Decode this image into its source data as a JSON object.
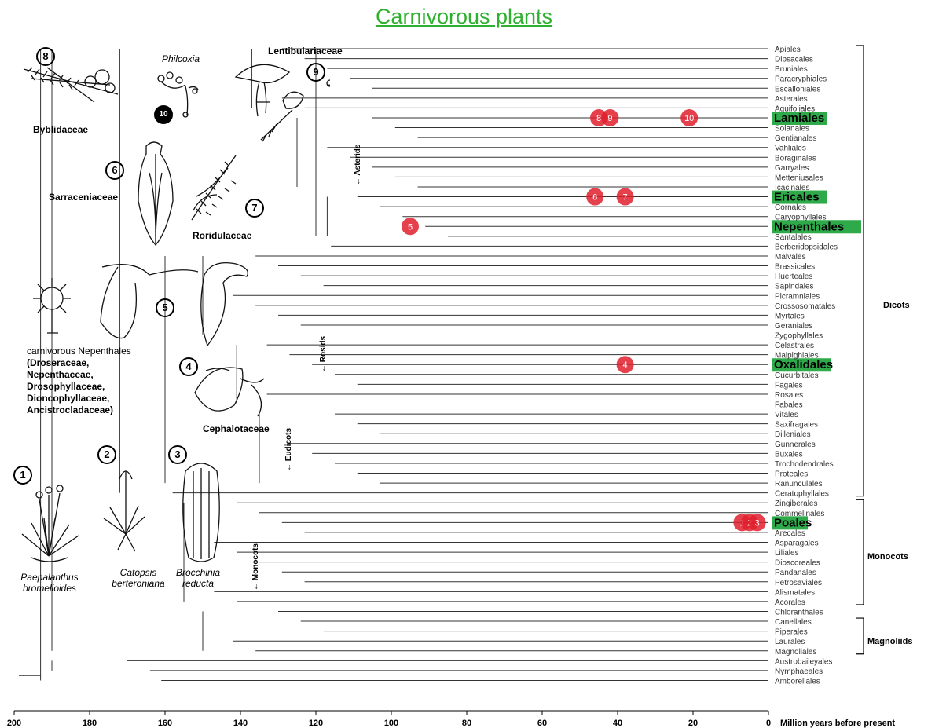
{
  "title": "Carnivorous plants",
  "axis": {
    "label": "Million years before present",
    "ticks": [
      "200",
      "180",
      "160",
      "140",
      "120",
      "100",
      "80",
      "60",
      "40",
      "20",
      "0"
    ]
  },
  "orders": [
    "Apiales",
    "Dipsacales",
    "Bruniales",
    "Paracryphiales",
    "Escalloniales",
    "Asterales",
    "Aquifoliales",
    "Lamiales",
    "Solanales",
    "Gentianales",
    "Vahliales",
    "Boraginales",
    "Garryales",
    "Metteniusales",
    "Icacinales",
    "Ericales",
    "Cornales",
    "Caryophyllales",
    "Nepenthales",
    "Santalales",
    "Berberidopsidales",
    "Malvales",
    "Brassicales",
    "Huerteales",
    "Sapindales",
    "Picramniales",
    "Crossosomatales",
    "Myrtales",
    "Geraniales",
    "Zygophyllales",
    "Celastrales",
    "Malpighiales",
    "Oxalidales",
    "Cucurbitales",
    "Fagales",
    "Rosales",
    "Fabales",
    "Vitales",
    "Saxifragales",
    "Dilleniales",
    "Gunnerales",
    "Buxales",
    "Trochodendrales",
    "Proteales",
    "Ranunculales",
    "Ceratophyllales",
    "Zingiberales",
    "Commelinales",
    "Poales",
    "Arecales",
    "Asparagales",
    "Liliales",
    "Dioscoreales",
    "Pandanales",
    "Petrosaviales",
    "Alismatales",
    "Acorales",
    "Chloranthales",
    "Canellales",
    "Piperales",
    "Laurales",
    "Magnoliales",
    "Austrobaileyales",
    "Nymphaeales",
    "Amborellales"
  ],
  "highlighted": [
    {
      "name": "Lamiales",
      "markers": [
        "8",
        "9",
        "10"
      ]
    },
    {
      "name": "Ericales",
      "markers": [
        "6",
        "7"
      ]
    },
    {
      "name": "Nepenthales",
      "markers": [
        "5"
      ]
    },
    {
      "name": "Oxalidales",
      "markers": [
        "4"
      ]
    },
    {
      "name": "Poales",
      "markers": [
        "1",
        "2",
        "3"
      ]
    }
  ],
  "groups": {
    "dicots": "Dicots",
    "monocots": "Monocots",
    "magnoliids": "Magnoliids"
  },
  "clade_labels": {
    "asterids": "Asterids",
    "rosids": "Rosids",
    "eudicots": "Eudicots",
    "monocots": "Monocots"
  },
  "families": {
    "byblidaceae": "Byblidaceae",
    "philcoxia": "Philcoxia",
    "lentibulariaceae": "Lentibulariaceae",
    "sarraceniaceae": "Sarraceniaceae",
    "roridulaceae": "Roridulaceae",
    "cephalotaceae": "Cephalotaceae",
    "carnivorous_nepenthales": "carnivorous Nepenthales",
    "carnivorous_list": [
      "(Droseraceae,",
      "Nepenthaceae,",
      "Drosophyllaceae,",
      "Dioncophyllaceae,",
      "Ancistrocladaceae)"
    ],
    "paepalanthus": [
      "Paepalanthus",
      "bromelioides"
    ],
    "catopsis": [
      "Catopsis",
      "berteroniana"
    ],
    "brocchinia": [
      "Brocchinia",
      "reducta"
    ]
  },
  "icon_numbers": {
    "n1": "1",
    "n2": "2",
    "n3": "3",
    "n4": "4",
    "n5": "5",
    "n6": "6",
    "n7": "7",
    "n8": "8",
    "n9": "9",
    "n10": "10"
  },
  "colors": {
    "title": "#2fb12f",
    "highlight": "#2faa4a",
    "marker": "#e0202e",
    "line": "#333333"
  }
}
